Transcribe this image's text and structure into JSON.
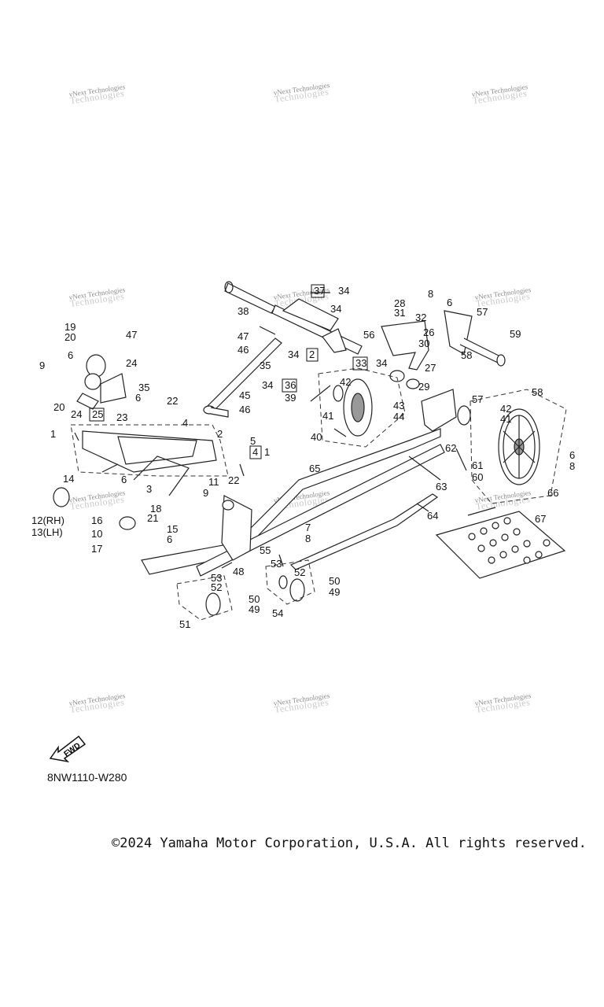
{
  "watermark": {
    "line1": "vNext Technologies",
    "line2": "Technologies"
  },
  "diagram_code": "8NW1110-W280",
  "copyright": "©2024 Yamaha Motor Corporation, U.S.A. All rights reserved.",
  "fwd_label": "FWD",
  "parts": {
    "p1a": "1",
    "p1b": "1",
    "p2": "2",
    "p2box": "2",
    "p3": "3",
    "p4": "4",
    "p4box": "4",
    "p5": "5",
    "p6a": "6",
    "p6b": "6",
    "p6c": "6",
    "p6d": "6",
    "p6e": "6",
    "p6f": "6",
    "p7": "7",
    "p8a": "8",
    "p8b": "8",
    "p8c": "8",
    "p9a": "9",
    "p9b": "9",
    "p10": "10",
    "p11": "11",
    "p12": "12(RH)",
    "p13": "13(LH)",
    "p14": "14",
    "p15": "15",
    "p16": "16",
    "p17": "17",
    "p18": "18",
    "p19": "19",
    "p20a": "20",
    "p20b": "20",
    "p21": "21",
    "p22a": "22",
    "p22b": "22",
    "p23": "23",
    "p24a": "24",
    "p24b": "24",
    "p25box": "25",
    "p26": "26",
    "p27": "27",
    "p28": "28",
    "p29": "29",
    "p30": "30",
    "p31": "31",
    "p32": "32",
    "p33box": "33",
    "p34a": "34",
    "p34b": "34",
    "p34c": "34",
    "p34d": "34",
    "p34e": "34",
    "p35a": "35",
    "p35b": "35",
    "p36box": "36",
    "p37box": "37",
    "p38": "38",
    "p39": "39",
    "p40": "40",
    "p41a": "41",
    "p41b": "41",
    "p42a": "42",
    "p42b": "42",
    "p43": "43",
    "p44": "44",
    "p45": "45",
    "p46a": "46",
    "p46b": "46",
    "p47a": "47",
    "p47b": "47",
    "p48": "48",
    "p49a": "49",
    "p49b": "49",
    "p50a": "50",
    "p50b": "50",
    "p51": "51",
    "p52a": "52",
    "p52b": "52",
    "p53a": "53",
    "p53b": "53",
    "p54": "54",
    "p55": "55",
    "p56": "56",
    "p57a": "57",
    "p57b": "57",
    "p58a": "58",
    "p58b": "58",
    "p59": "59",
    "p60": "60",
    "p61": "61",
    "p62": "62",
    "p63": "63",
    "p64": "64",
    "p65": "65",
    "p66": "66",
    "p67": "67"
  }
}
